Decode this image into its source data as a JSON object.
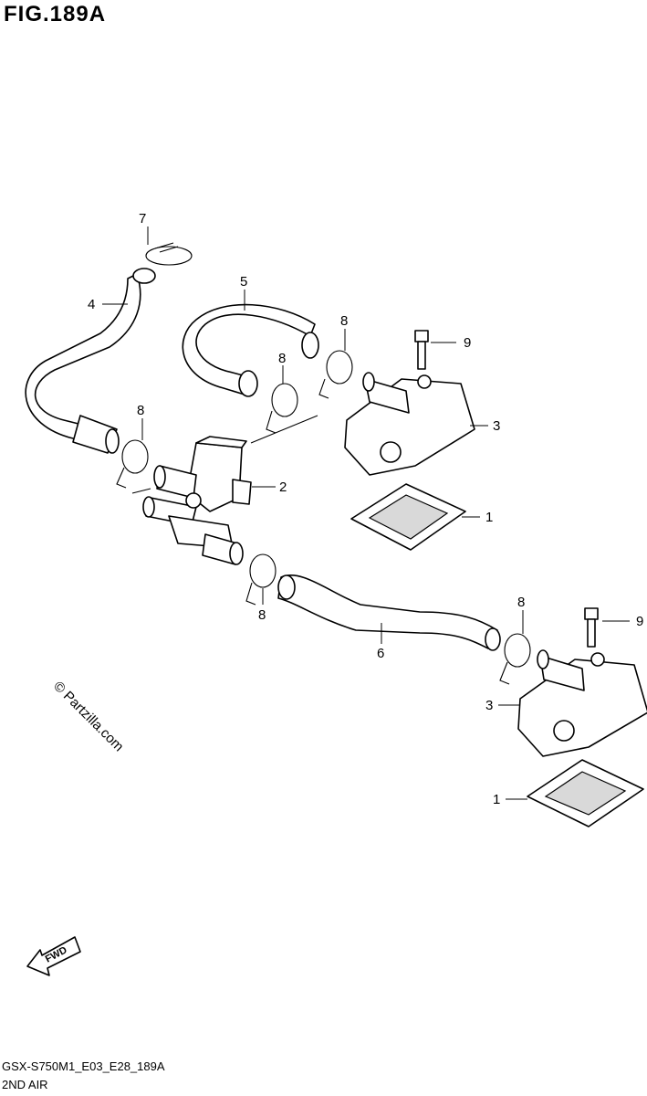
{
  "figure": {
    "title": "FIG.189A",
    "code": "GSX-S750M1_E03_E28_189A",
    "subtitle": "2ND AIR",
    "watermark": "© Partzilla.com",
    "fwd_label": "FWD"
  },
  "callouts": [
    {
      "id": "c7",
      "text": "7"
    },
    {
      "id": "c4",
      "text": "4"
    },
    {
      "id": "c5",
      "text": "5"
    },
    {
      "id": "c8a",
      "text": "8"
    },
    {
      "id": "c9a",
      "text": "9"
    },
    {
      "id": "c8b",
      "text": "8"
    },
    {
      "id": "c3a",
      "text": "3"
    },
    {
      "id": "c8c",
      "text": "8"
    },
    {
      "id": "c2",
      "text": "2"
    },
    {
      "id": "c1a",
      "text": "1"
    },
    {
      "id": "c8d",
      "text": "8"
    },
    {
      "id": "c6",
      "text": "6"
    },
    {
      "id": "c8e",
      "text": "8"
    },
    {
      "id": "c9b",
      "text": "9"
    },
    {
      "id": "c3b",
      "text": "3"
    },
    {
      "id": "c1b",
      "text": "1"
    }
  ]
}
